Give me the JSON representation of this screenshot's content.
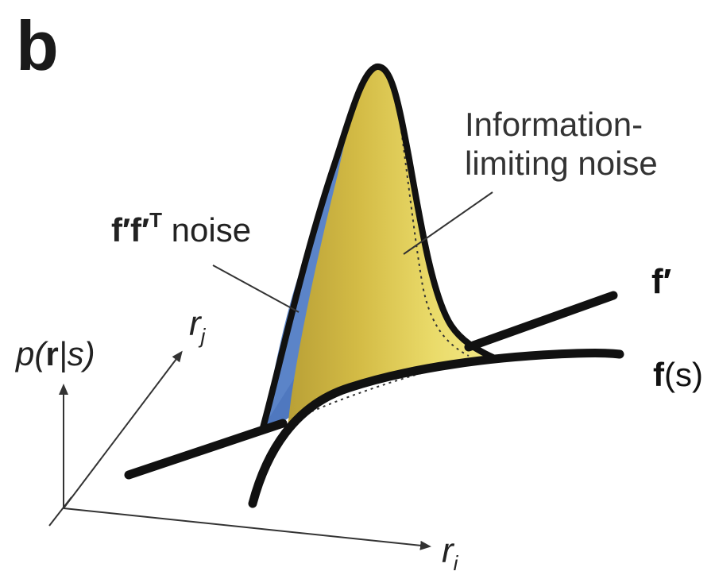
{
  "panel_label": "b",
  "labels": {
    "info_line1": "Information-",
    "info_line2": "limiting noise",
    "ff_bold": "f′f′",
    "ff_sup": "T",
    "ff_text": " noise",
    "f_prime": "f′",
    "f_s_bold": "f",
    "f_s_rest": "(s)",
    "p_r_s_prefix": "p(",
    "p_r_s_bold": "r",
    "p_r_s_suffix": "|s)",
    "rj_base": "r",
    "rj_sub": "j",
    "ri_base": "r",
    "ri_sub": "i"
  },
  "colors": {
    "yellow_fill": "#d9c44a",
    "yellow_light": "#efe27a",
    "blue_fill": "#5b84c8",
    "curve": "#111111",
    "axis": "#333333"
  }
}
